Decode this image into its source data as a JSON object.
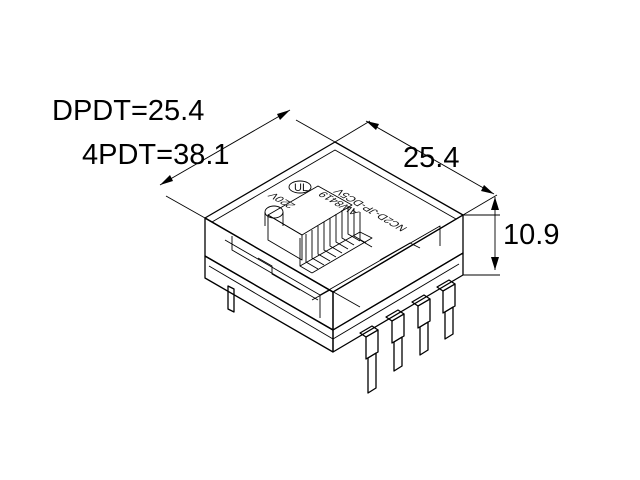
{
  "dimensions": {
    "width_label_line1": "DPDT=25.4",
    "width_label_line2": "4PDT=38.1",
    "depth_label": "25.4",
    "height_label": "10.9"
  },
  "component_markings": {
    "model": "NC2D-JP-DC5V",
    "voltage": "220V",
    "code": "AW8419"
  },
  "colors": {
    "cover_tint": "#f1f1f1",
    "line": "#000000"
  }
}
